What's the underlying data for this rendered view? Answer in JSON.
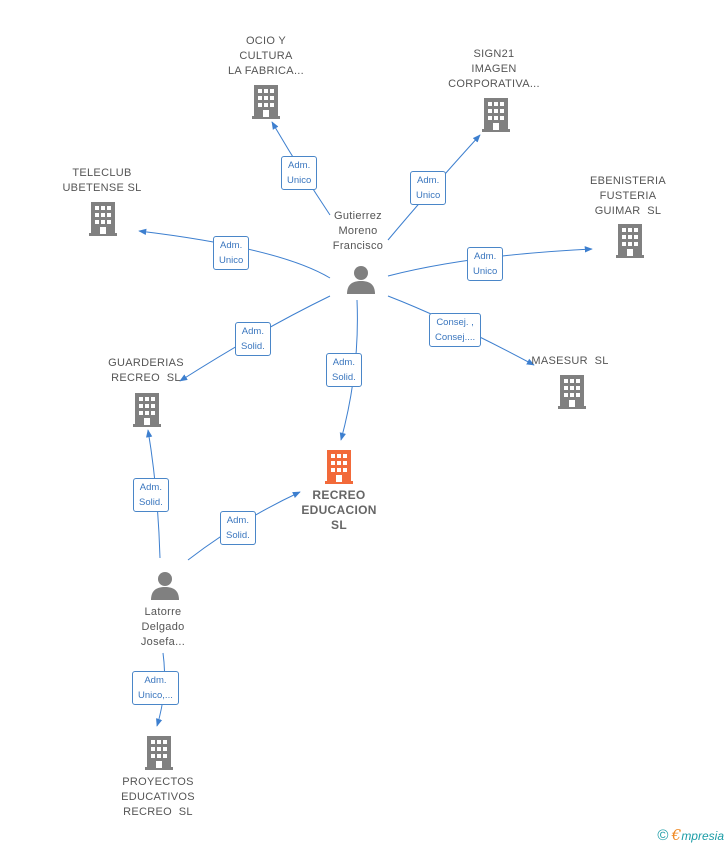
{
  "colors": {
    "edge": "#3d7fcf",
    "building": "#808080",
    "building_main": "#f26a3a",
    "person": "#808080"
  },
  "nodes": {
    "ocio": {
      "label": "OCIO Y\nCULTURA\nLA FABRICA..."
    },
    "sign21": {
      "label": "SIGN21\nIMAGEN\nCORPORATIVA..."
    },
    "teleclub": {
      "label": "TELECLUB\nUBETENSE SL"
    },
    "ebenisteria": {
      "label": "EBENISTERIA\nFUSTERIA\nGUIMAR  SL"
    },
    "gutierrez": {
      "label": "Gutierrez\nMoreno\nFrancisco"
    },
    "guarderias": {
      "label": "GUARDERIAS\nRECREO  SL"
    },
    "masesur": {
      "label": "MASESUR  SL"
    },
    "recreo": {
      "label": "RECREO\nEDUCACION\nSL"
    },
    "latorre": {
      "label": "Latorre\nDelgado\nJosefa..."
    },
    "proyectos": {
      "label": "PROYECTOS\nEDUCATIVOS\nRECREO  SL"
    }
  },
  "edges": {
    "to_ocio": "Adm.\nUnico",
    "to_sign21": "Adm.\nUnico",
    "to_teleclub": "Adm.\nUnico",
    "to_ebenisteria": "Adm.\nUnico",
    "to_guarderias_g": "Adm.\nSolid.",
    "to_recreo_g": "Adm.\nSolid.",
    "to_masesur": "Consej. ,\nConsej....",
    "to_guarderias_l": "Adm.\nSolid.",
    "to_recreo_l": "Adm.\nSolid.",
    "to_proyectos": "Adm.\nUnico,..."
  },
  "brand": {
    "copyright": "©",
    "e": "€",
    "name": "mpresia"
  }
}
